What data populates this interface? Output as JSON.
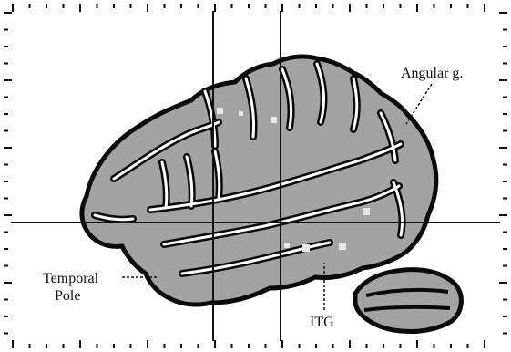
{
  "labels": {
    "angular": "Angular g.",
    "temporal_line1": "Temporal",
    "temporal_line2": "Pole",
    "itg": "ITG"
  },
  "icons": [
    "crosshair-vertical-1",
    "crosshair-vertical-2",
    "crosshair-horizontal",
    "brain-slice",
    "cerebellum",
    "tick-ruler"
  ],
  "colors": {
    "background": "#ffffff",
    "tissue": "#a3a3a3",
    "outline": "#0a0a0a",
    "sulcus": "#ffffff",
    "hotspot": "#e8e8e8"
  }
}
